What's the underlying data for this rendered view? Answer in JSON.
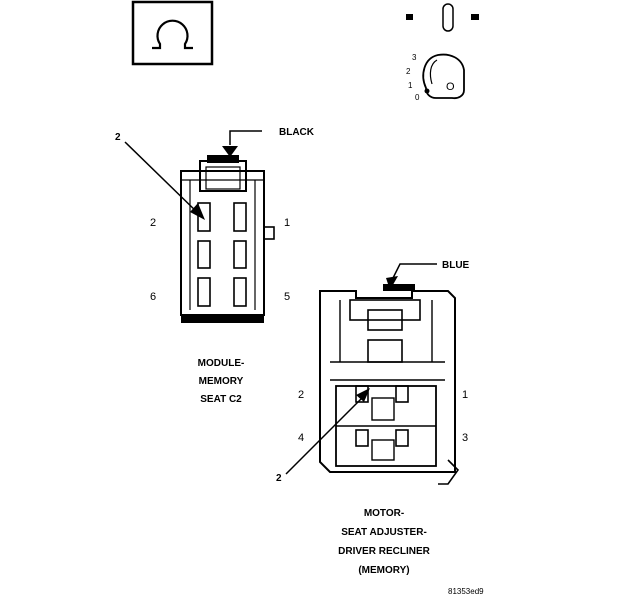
{
  "symbols": {
    "ohm_glyph": "Ω",
    "key_positions": [
      "3",
      "2",
      "1",
      "0"
    ],
    "key_letter": "O"
  },
  "callouts": {
    "black": "BLACK",
    "blue": "BLUE",
    "pointer_top": "2",
    "pointer_bottom": "2"
  },
  "connector_c2": {
    "pin_labels": {
      "top_left": "2",
      "top_right": "1",
      "bottom_left": "6",
      "bottom_right": "5"
    },
    "title_lines": [
      "MODULE-",
      "MEMORY",
      "SEAT C2"
    ]
  },
  "connector_motor": {
    "pin_labels": {
      "top_left": "2",
      "top_right": "1",
      "bottom_left": "4",
      "bottom_right": "3"
    },
    "title_lines": [
      "MOTOR-",
      "SEAT ADJUSTER-",
      "DRIVER RECLINER",
      "(MEMORY)"
    ]
  },
  "figure_id": "81353ed9"
}
